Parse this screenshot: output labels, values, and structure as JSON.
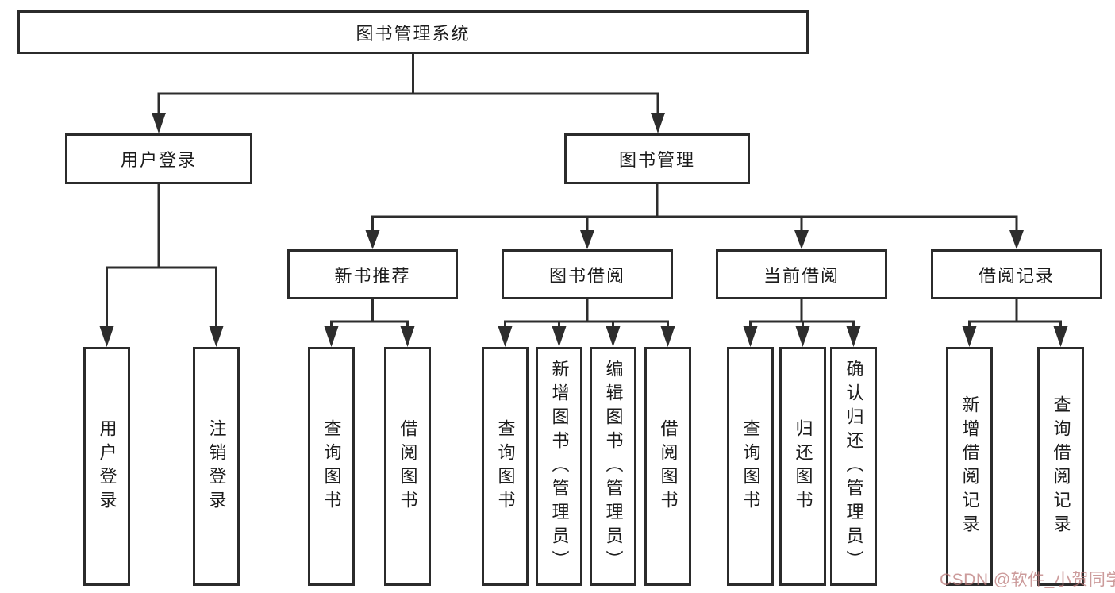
{
  "diagram": {
    "type": "hierarchy-tree",
    "colors": {
      "line": "#2d2d2d",
      "box_border": "#2b2b2b",
      "text": "#1c1c1c",
      "watermark": "#bb7a7a",
      "background": "#ffffff"
    },
    "tree": {
      "label": "图书管理系统",
      "children": [
        {
          "label": "用户登录",
          "children": [
            {
              "label": "用户登录"
            },
            {
              "label": "注销登录"
            }
          ]
        },
        {
          "label": "图书管理",
          "children": [
            {
              "label": "新书推荐",
              "children": [
                {
                  "label": "查询图书"
                },
                {
                  "label": "借阅图书"
                }
              ]
            },
            {
              "label": "图书借阅",
              "children": [
                {
                  "label": "查询图书"
                },
                {
                  "label": "新增图书（管理员）"
                },
                {
                  "label": "编辑图书（管理员）"
                },
                {
                  "label": "借阅图书"
                }
              ]
            },
            {
              "label": "当前借阅",
              "children": [
                {
                  "label": "查询图书"
                },
                {
                  "label": "归还图书"
                },
                {
                  "label": "确认归还（管理员）"
                }
              ]
            },
            {
              "label": "借阅记录",
              "children": [
                {
                  "label": "新增借阅记录"
                },
                {
                  "label": "查询借阅记录"
                }
              ]
            }
          ]
        }
      ]
    },
    "watermark": {
      "text": "CSDN @软件_小贺同学"
    }
  }
}
